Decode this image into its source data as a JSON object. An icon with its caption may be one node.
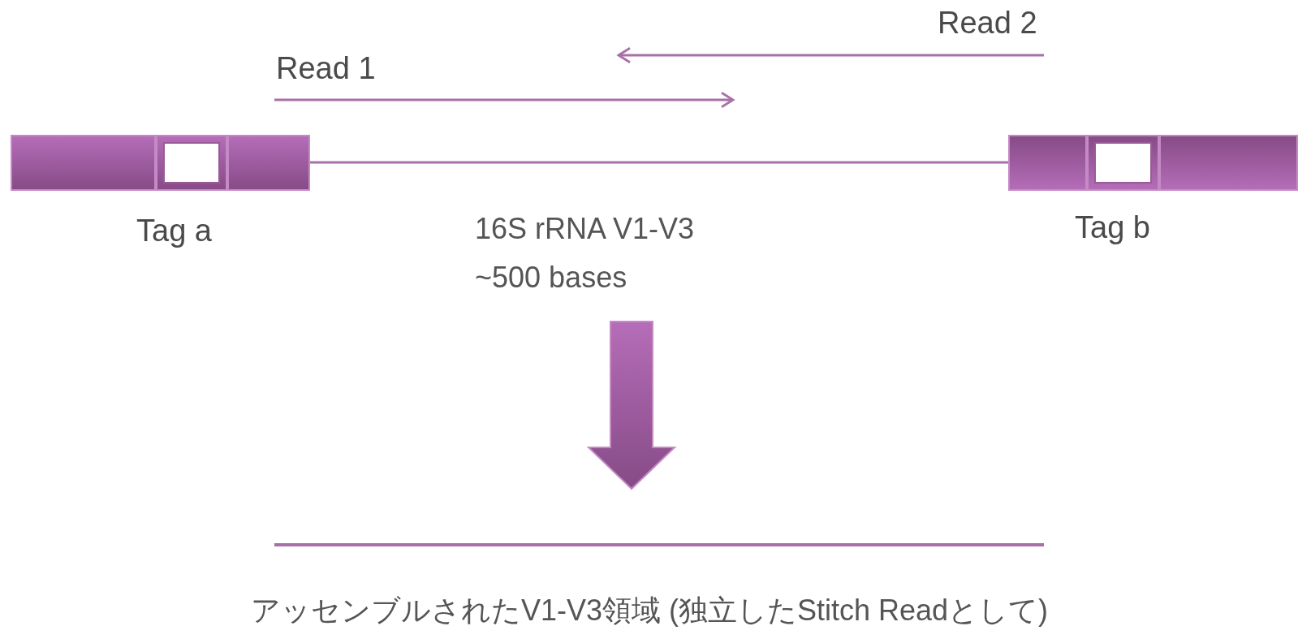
{
  "diagram": {
    "nodes": [
      {
        "text": [
          "16S rRNA V1-V3 ~500 bases"
        ]
      },
      {
        "text": [
          "Tag a"
        ]
      },
      {
        "text": [
          "Tag b"
        ]
      },
      {
        "text": [
          "アッセンブルされたV1-V3領域 (独立したStitch Readとして)"
        ]
      }
    ],
    "edges": [
      {
        "from": 0,
        "to": 3,
        "arrow": "to",
        "style": "thick"
      }
    ],
    "labels": [
      "Read 2",
      "Read 1"
    ]
  }
}
